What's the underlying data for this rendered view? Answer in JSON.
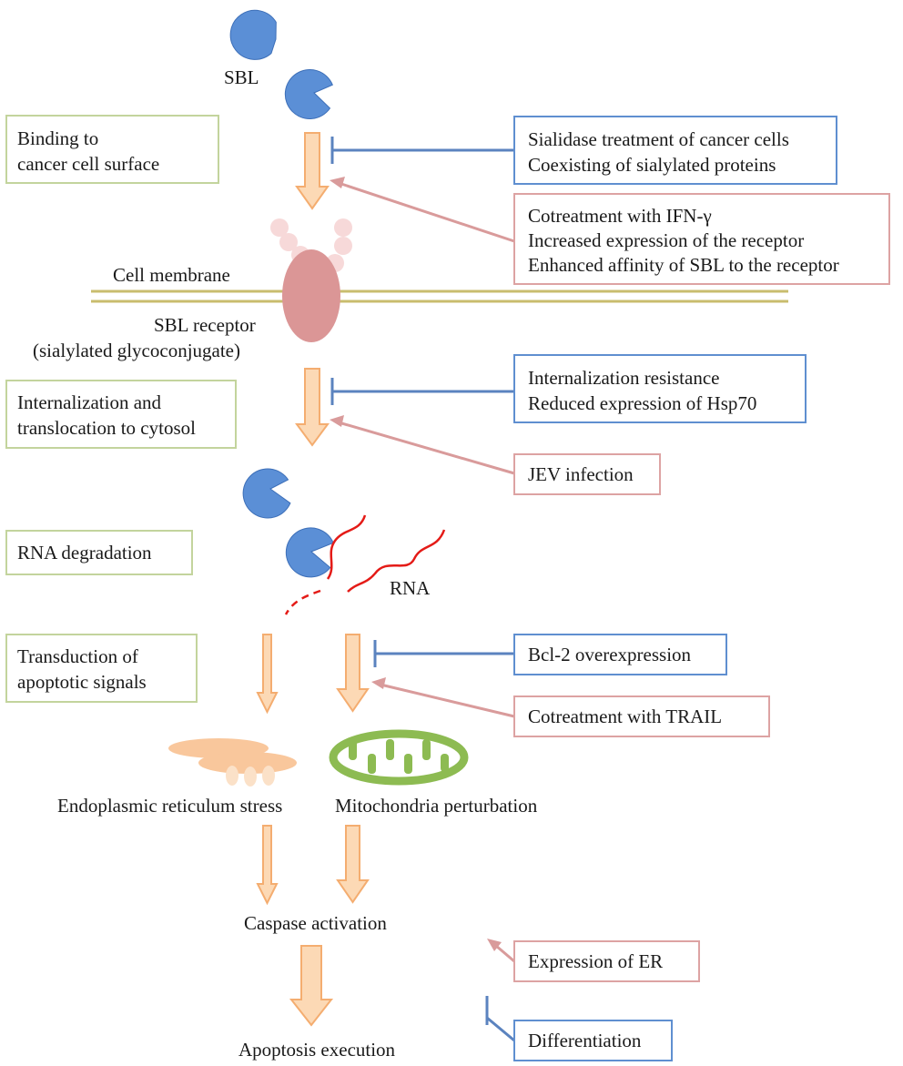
{
  "colors": {
    "lectin": "#5b8fd6",
    "stage_box_border": "#c3d49d",
    "inhibitor_border": "#5f8fd0",
    "enhancer_border": "#dda3a3",
    "inhibitor_line": "#5b83bf",
    "enhancer_line": "#d99b9b",
    "flow_arrow_fill": "#fcd9b5",
    "flow_arrow_stroke": "#f4ad70",
    "membrane": "#c9bd6e",
    "receptor": "#db9696",
    "receptor_glycan": "#f7d9d9",
    "rna": "#e41b17",
    "er": "#f9c79c",
    "mitochondria": "#8dbb52"
  },
  "labels": {
    "sbl": "SBL",
    "cell_membrane": "Cell membrane",
    "receptor_line1": "SBL receptor",
    "receptor_line2": "(sialylated glycoconjugate)",
    "rna": "RNA",
    "er_stress": "Endoplasmic reticulum stress",
    "mito": "Mitochondria perturbation",
    "caspase": "Caspase activation",
    "apoptosis": "Apoptosis execution"
  },
  "stages": [
    {
      "line1": "Binding to",
      "line2": "cancer cell surface"
    },
    {
      "line1": "Internalization and",
      "line2": "translocation to cytosol"
    },
    {
      "line1": "RNA degradation",
      "line2": ""
    },
    {
      "line1": "Transduction of",
      "line2": "apoptotic signals"
    }
  ],
  "modifiers": {
    "sialidase": {
      "lines": [
        "Sialidase treatment of cancer cells",
        "Coexisting of sialylated proteins"
      ]
    },
    "ifn": {
      "lines": [
        "Cotreatment with IFN-γ",
        "Increased expression of the receptor",
        "Enhanced affinity of SBL to the receptor"
      ]
    },
    "intern_resist": {
      "lines": [
        "Internalization resistance",
        "Reduced expression of Hsp70"
      ]
    },
    "jev": {
      "lines": [
        "JEV infection"
      ]
    },
    "bcl2": {
      "lines": [
        "Bcl-2 overexpression"
      ]
    },
    "trail": {
      "lines": [
        "Cotreatment with TRAIL"
      ]
    },
    "er_expr": {
      "lines": [
        "Expression of ER"
      ]
    },
    "diff": {
      "lines": [
        "Differentiation"
      ]
    }
  }
}
